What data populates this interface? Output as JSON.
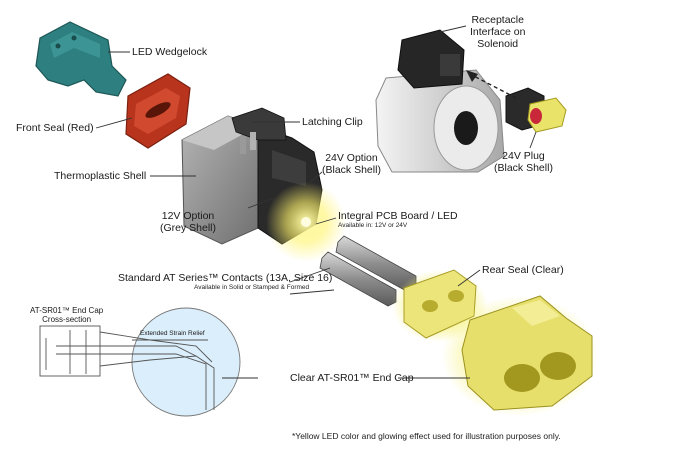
{
  "labels": {
    "led_wedgelock": "LED Wedgelock",
    "front_seal": "Front Seal (Red)",
    "thermoplastic_shell": "Thermoplastic Shell",
    "latching_clip": "Latching Clip",
    "receptacle_line1": "Receptacle",
    "receptacle_line2": "Interface on",
    "receptacle_line3": "Solenoid",
    "plug_24v_line1": "24V Plug",
    "plug_24v_line2": "(Black Shell)",
    "option_24v_line1": "24V Option",
    "option_24v_line2": "(Black Shell)",
    "option_12v_line1": "12V Option",
    "option_12v_line2": "(Grey Shell)",
    "pcb_board": "Integral PCB Board / LED",
    "pcb_available": "Available in: 12V or 24V",
    "contacts": "Standard AT Series™ Contacts (13A, Size 16)",
    "contacts_available": "Available in Solid or Stamped & Formed",
    "rear_seal": "Rear Seal (Clear)",
    "endcap_xsec_line1": "AT-SR01™ End Cap",
    "endcap_xsec_line2": "Cross-section",
    "strain_relief": "Extended Strain Relief",
    "clear_endcap": "Clear AT-SR01™ End Cap",
    "footnote": "*Yellow LED color and glowing effect used for illustration purposes only."
  },
  "colors": {
    "wedgelock": "#2e7f7f",
    "front_seal": "#b8341d",
    "grey_shell": "#8a8a8a",
    "black_shell": "#2a2a2a",
    "clear_yellow": "#e9e36a",
    "solenoid": "#d8d8d8",
    "led_glow": "#fff36a"
  }
}
